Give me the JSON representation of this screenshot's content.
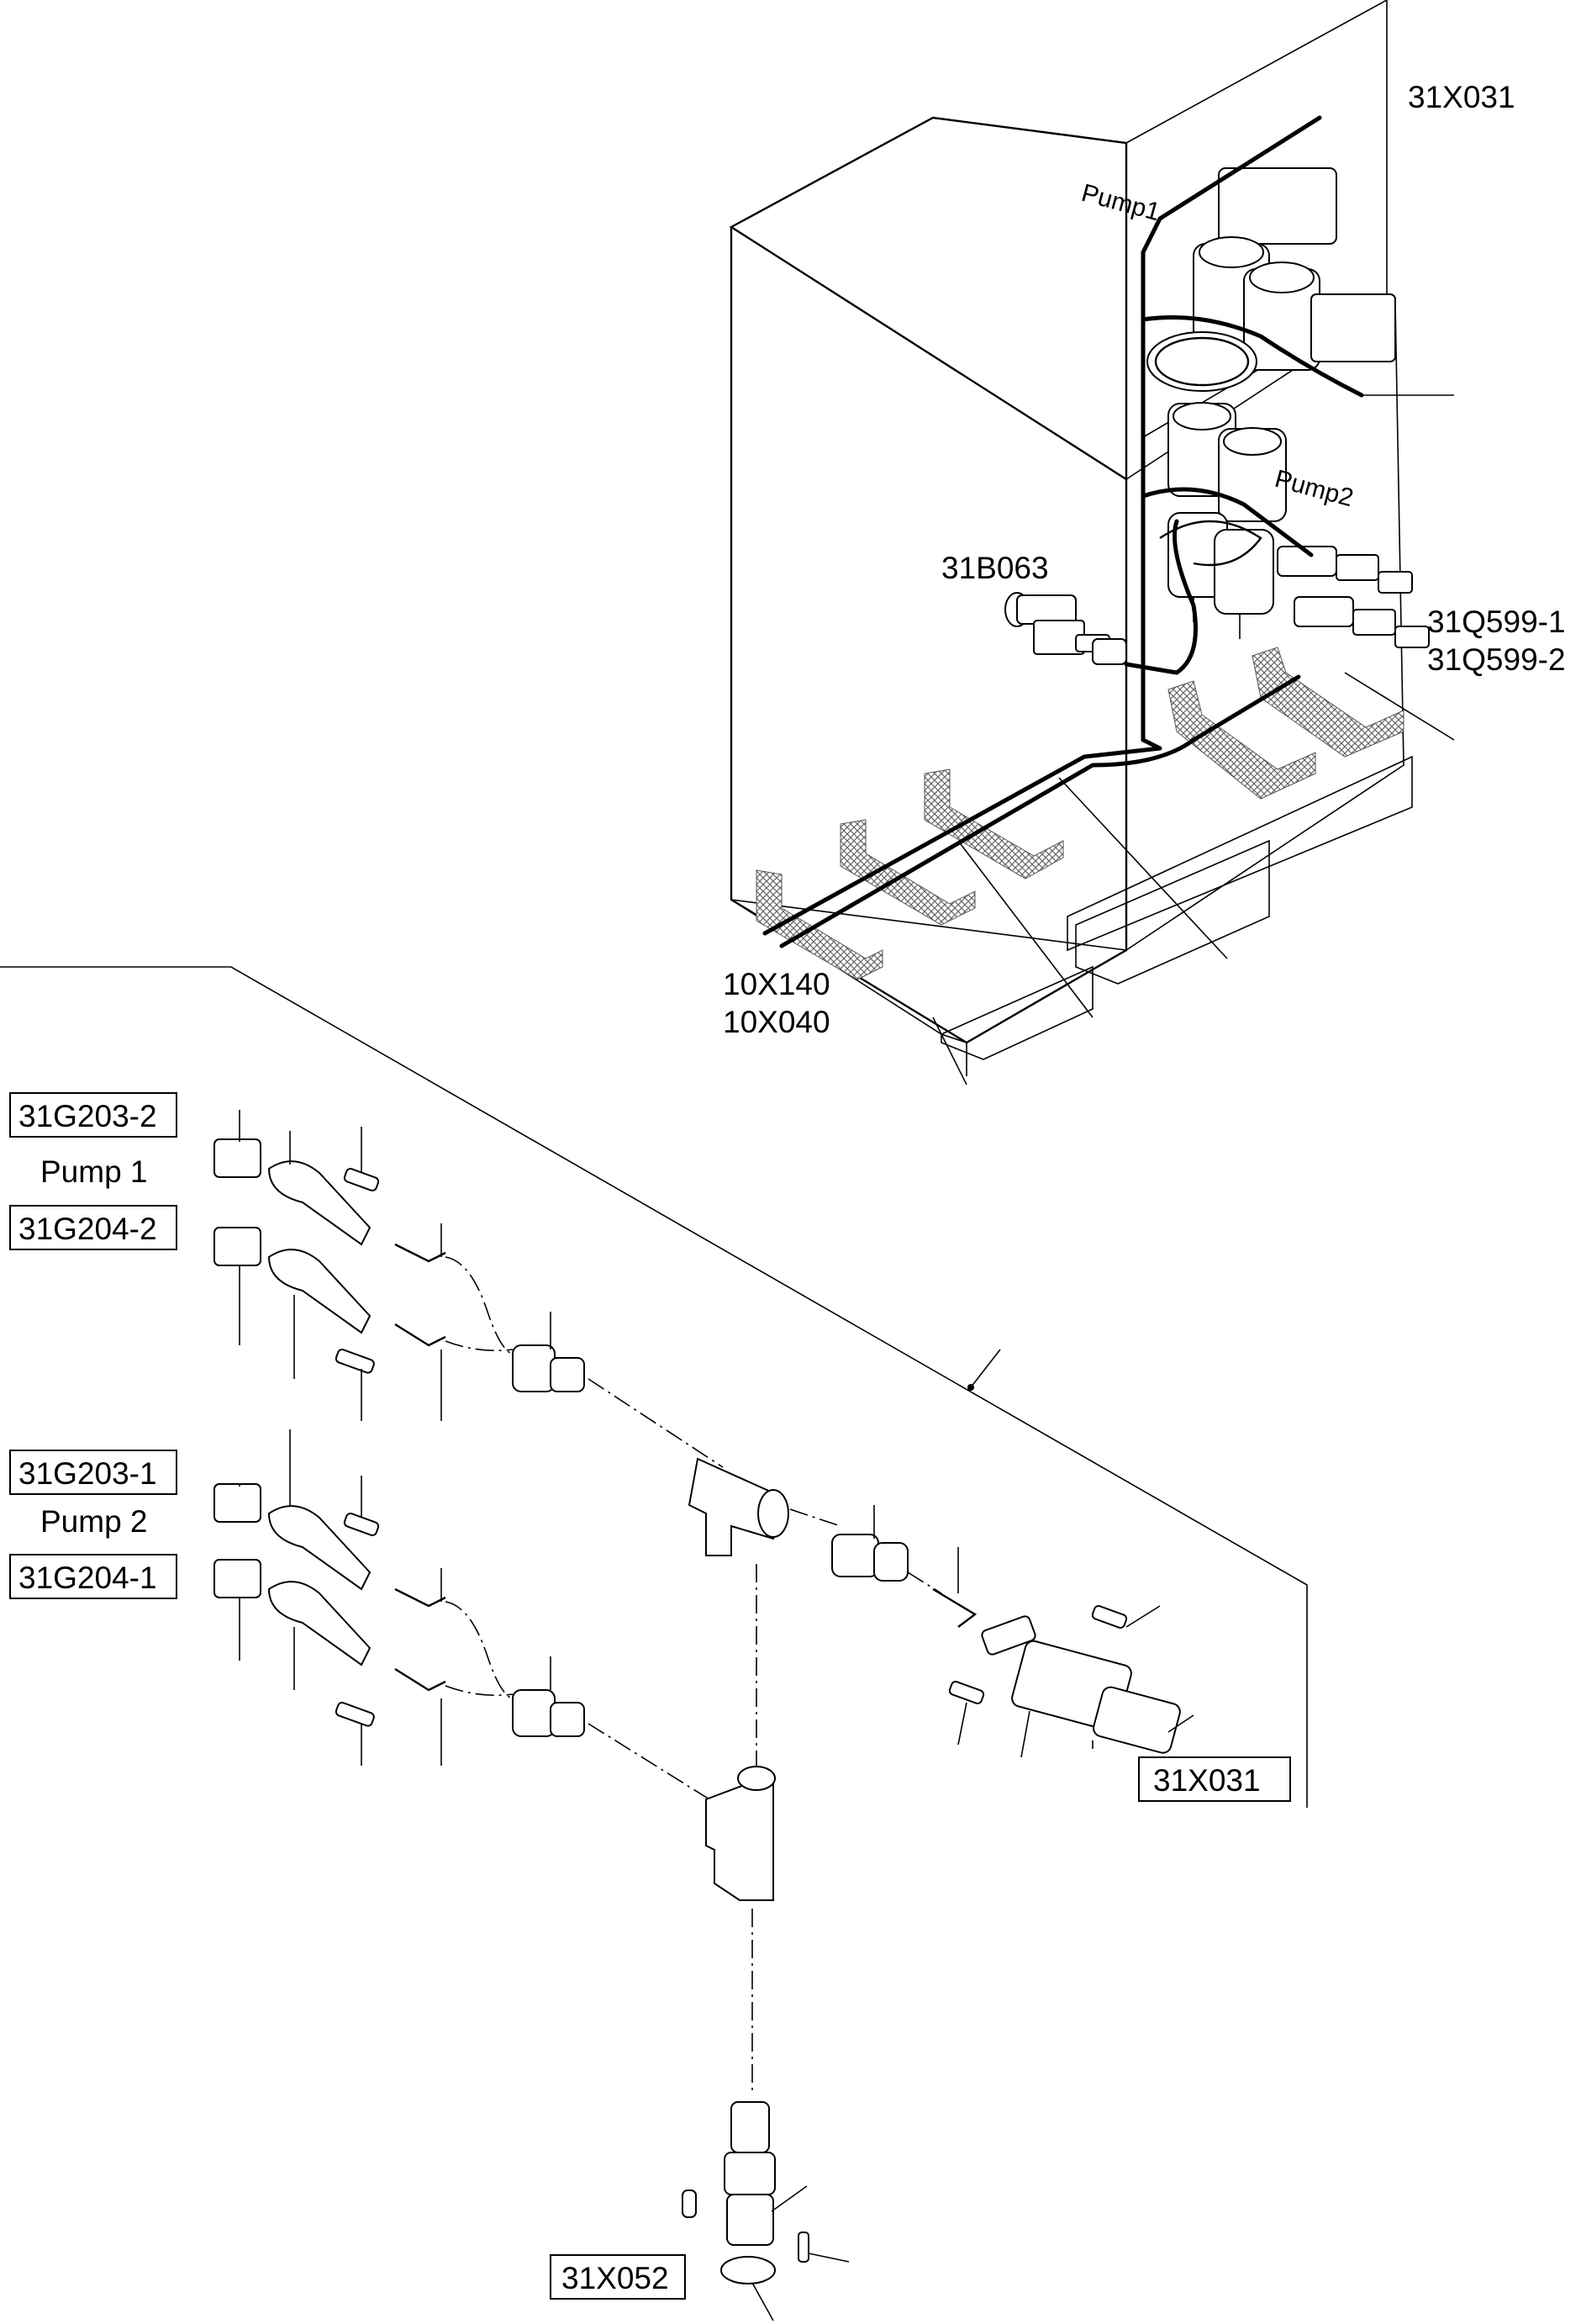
{
  "labels": {
    "x031_top": "31X031",
    "pump1_top": "Pump1",
    "pump2_top": "Pump2",
    "b063": "31B063",
    "q599_1": "31Q599-1",
    "q599_2": "31Q599-2",
    "x140": "10X140",
    "x040": "10X040",
    "g203_2": "31G203-2",
    "pump1_mid": "Pump 1",
    "g204_2": "31G204-2",
    "g203_1": "31G203-1",
    "pump2_mid": "Pump 2",
    "g204_1": "31G204-1",
    "x031_box": "31X031",
    "x052_box": "31X052"
  }
}
